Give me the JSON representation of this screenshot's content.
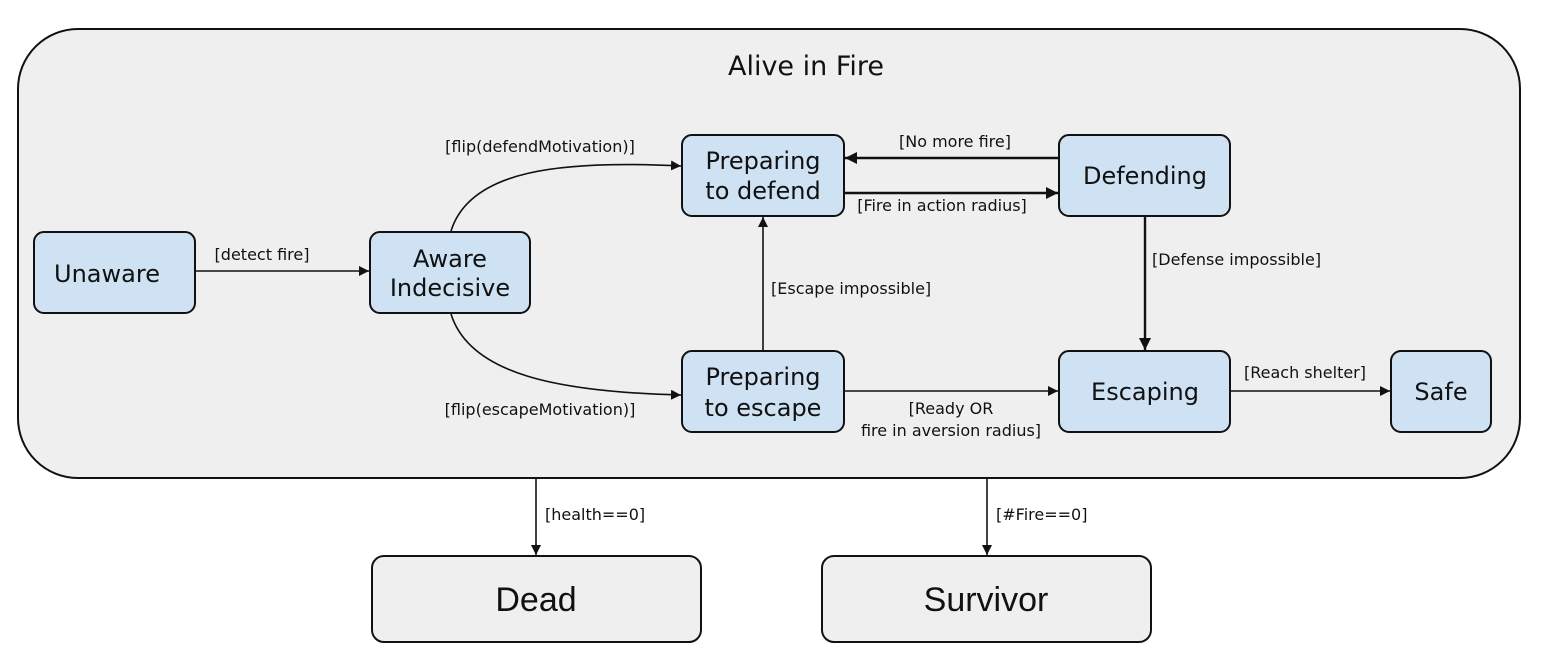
{
  "diagram": {
    "superstate": {
      "label": "Alive in Fire"
    },
    "states": {
      "unaware": {
        "lines": [
          "Unaware"
        ]
      },
      "aware": {
        "lines": [
          "Aware",
          "Indecisive"
        ]
      },
      "prep_defend": {
        "lines": [
          "Preparing",
          "to defend"
        ]
      },
      "defending": {
        "lines": [
          "Defending"
        ]
      },
      "prep_escape": {
        "lines": [
          "Preparing",
          "to escape"
        ]
      },
      "escaping": {
        "lines": [
          "Escaping"
        ]
      },
      "safe": {
        "lines": [
          "Safe"
        ]
      },
      "dead": {
        "lines": [
          "Dead"
        ]
      },
      "survivor": {
        "lines": [
          "Survivor"
        ]
      }
    },
    "transitions": {
      "detect_fire": [
        "[detect fire]"
      ],
      "flip_defend": [
        "[flip(defendMotivation)]"
      ],
      "flip_escape": [
        "[flip(escapeMotivation)]"
      ],
      "no_more_fire": [
        "[No more fire]"
      ],
      "fire_action": [
        "[Fire in action radius]"
      ],
      "defense_impossible": [
        "[Defense impossible]"
      ],
      "escape_impossible": [
        "[Escape impossible]"
      ],
      "ready_or_fire": [
        "[Ready OR",
        "fire in aversion radius]"
      ],
      "reach_shelter": [
        "[Reach shelter]"
      ],
      "health_zero": [
        "[health==0]"
      ],
      "fire_zero": [
        "[#Fire==0]"
      ]
    },
    "colors": {
      "state_fill": "#cfe2f3",
      "super_fill": "#efefef",
      "outcome_fill": "#efefef",
      "stroke": "#111111"
    }
  }
}
